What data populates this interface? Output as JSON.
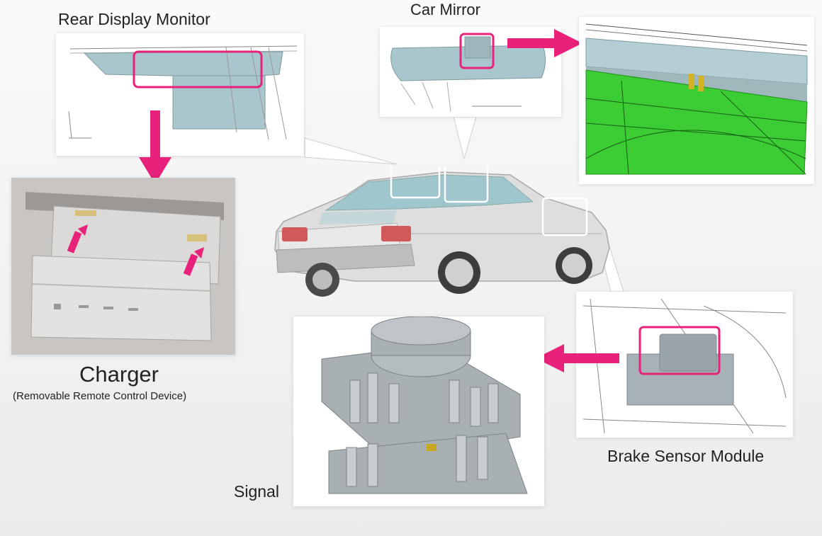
{
  "labels": {
    "rear_display_monitor": "Rear Display Monitor",
    "car_mirror": "Car Mirror",
    "charger": "Charger",
    "charger_subtitle": "(Removable Remote Control Device)",
    "brake_sensor_module": "Brake Sensor Module",
    "signal": "Signal"
  },
  "colors": {
    "highlight": "#e8217a",
    "background": "#f4f4f4",
    "panel": "#ffffff",
    "bracket_green": "#39c83a",
    "callout_box": "#ffffff"
  },
  "icons": {
    "arrow": "arrow-icon"
  }
}
